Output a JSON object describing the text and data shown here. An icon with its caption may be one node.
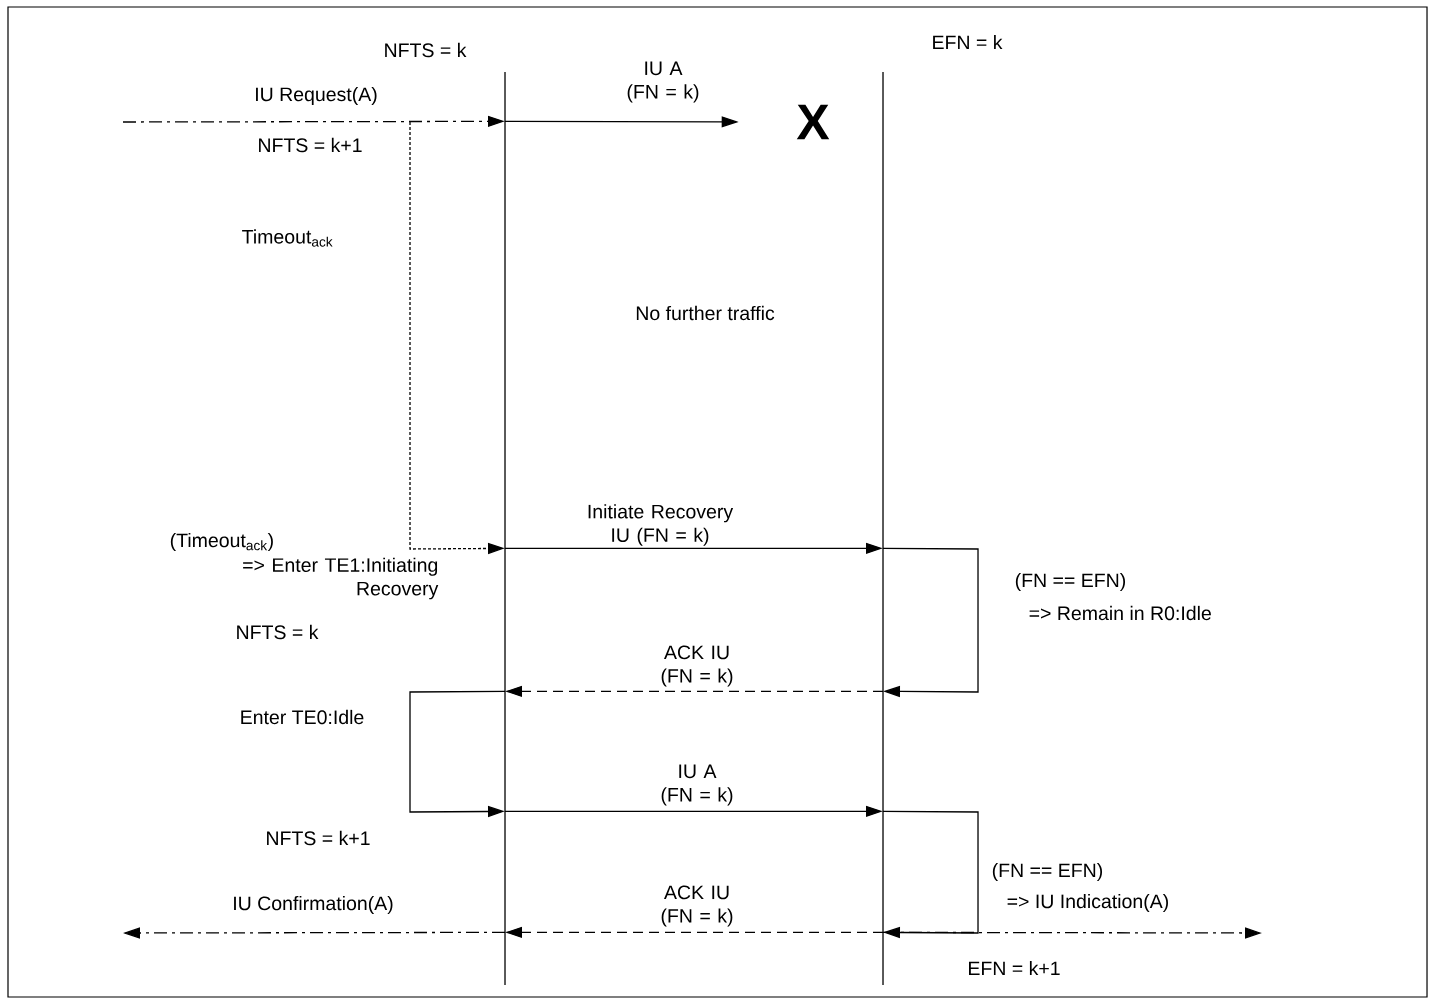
{
  "diagram": {
    "nodes": [
      {
        "text": [],
        "shape": "bar"
      },
      {
        "text": [],
        "shape": "bar"
      },
      {
        "text": [
          "X"
        ]
      }
    ],
    "edges": [
      {
        "from": null,
        "to": 0,
        "arrow": "to",
        "label": "IU Request(A)",
        "style": "dashed"
      },
      {
        "from": 0,
        "to": 2,
        "arrow": "to",
        "label": "IU A (FN = k)"
      },
      {
        "from": null,
        "to": 0,
        "arrow": "to",
        "style": "dashed"
      },
      {
        "from": 0,
        "to": 1,
        "arrow": "to",
        "label": "Initiate Recovery IU (FN = k)"
      },
      {
        "from": 1,
        "to": 1,
        "arrow": "to"
      },
      {
        "from": 1,
        "to": 0,
        "arrow": "to",
        "label": "ACK IU (FN = k)",
        "style": "dashed"
      },
      {
        "from": 0,
        "to": 0,
        "arrow": "to"
      },
      {
        "from": 0,
        "to": 1,
        "arrow": "to",
        "label": "IU A (FN = k)"
      },
      {
        "from": 1,
        "to": 1,
        "arrow": "to"
      },
      {
        "from": 1,
        "to": 0,
        "arrow": "to",
        "label": "ACK IU (FN = k)",
        "style": "dashed"
      },
      {
        "from": 0,
        "to": null,
        "arrow": "to",
        "label": "IU Confirmation(A)",
        "style": "dashed"
      },
      {
        "from": 1,
        "to": null,
        "arrow": "to",
        "style": "dashed"
      }
    ],
    "labels": [
      "NFTS = k",
      "EFN = k",
      "NFTS = k+1",
      "Timeout$_{ack}$",
      "No further traffic",
      "(Timeout$_{ack}$)",
      "=> Enter TE1:Initiating Recovery",
      "(FN == EFN)",
      "=> Remain in R0:Idle",
      "NFTS = k",
      "Enter TE0:Idle",
      "NFTS = k+1",
      "(FN == EFN)",
      "=> IU Indication(A)",
      "EFN = k+1"
    ]
  }
}
